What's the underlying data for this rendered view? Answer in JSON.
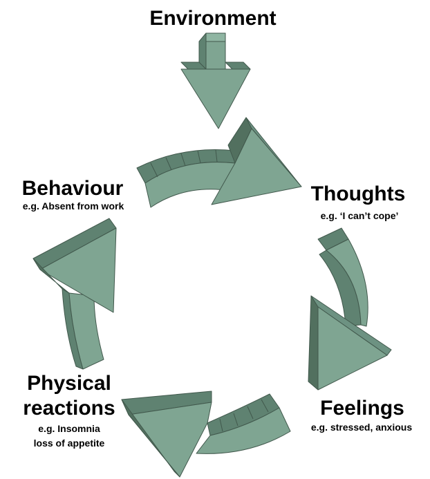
{
  "nodes": {
    "environment": {
      "title": "Environment"
    },
    "thoughts": {
      "title": "Thoughts",
      "example": "e.g. ‘I can’t cope’"
    },
    "feelings": {
      "title": "Feelings",
      "example": "e.g. stressed, anxious"
    },
    "physical": {
      "title_line1": "Physical",
      "title_line2": "reactions",
      "example_line1": "e.g. Insomnia",
      "example_line2": "loss of appetite"
    },
    "behaviour": {
      "title": "Behaviour",
      "example": "e.g. Absent from work"
    }
  },
  "colors": {
    "arrow_face": "#7fa592",
    "arrow_side": "#5f8271",
    "arrow_dark": "#52705f",
    "outline": "#41584c"
  }
}
